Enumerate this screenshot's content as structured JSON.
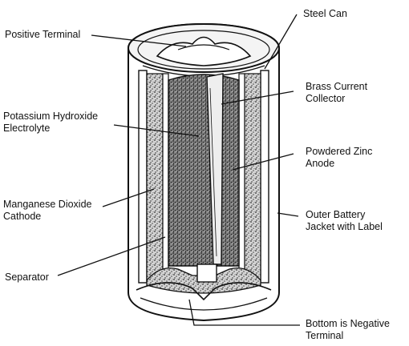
{
  "labels": {
    "positive_terminal": "Positive Terminal",
    "steel_can": "Steel Can",
    "brass_collector": [
      "Brass Current",
      "Collector"
    ],
    "electrolyte": [
      "Potassium Hydroxide",
      "Electrolyte"
    ],
    "zinc_anode": [
      "Powdered Zinc",
      "Anode"
    ],
    "cathode": [
      "Manganese Dioxide",
      "Cathode"
    ],
    "outer_jacket": [
      "Outer Battery",
      "Jacket with Label"
    ],
    "separator": "Separator",
    "negative_terminal": [
      "Bottom is Negative",
      "Terminal"
    ]
  },
  "colors": {
    "ink": "#111111",
    "paper": "#ffffff",
    "cathode_fill": "#cfcfcf",
    "anode_fill": "#7a7a7a",
    "collector_fill": "#e8e8e8"
  }
}
